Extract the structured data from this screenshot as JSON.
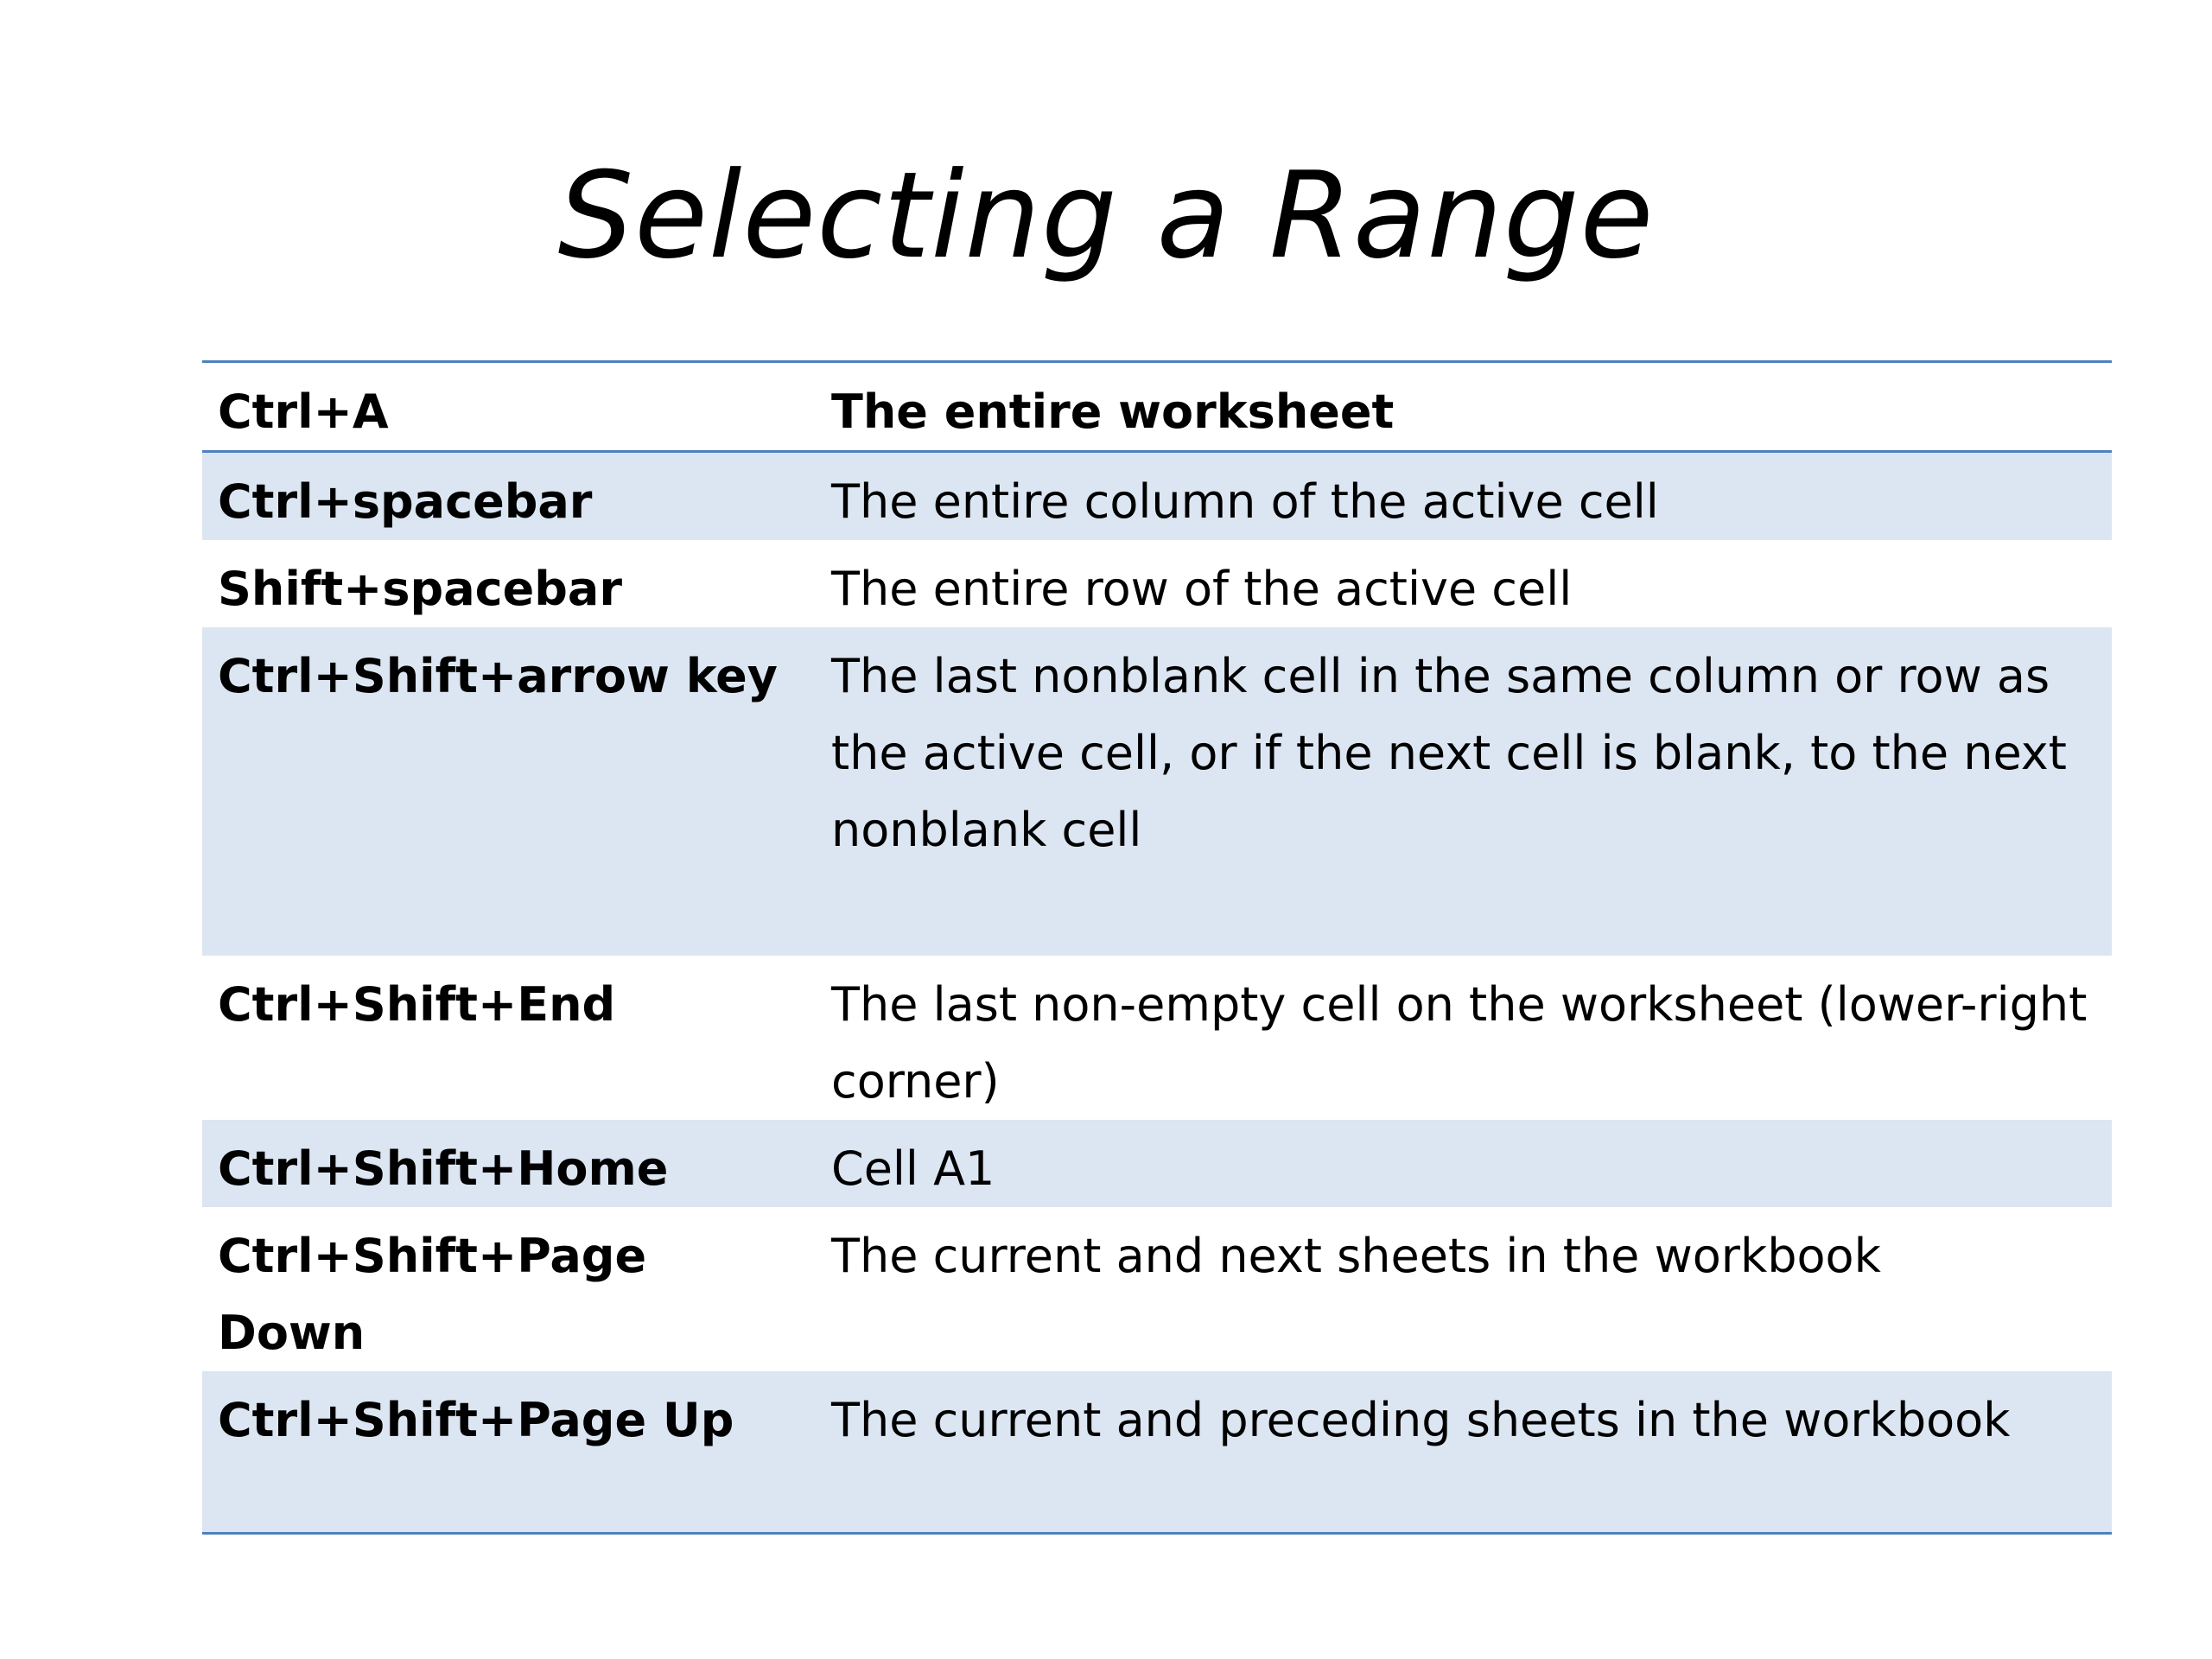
{
  "title": "Selecting a Range",
  "table": {
    "header": {
      "key": "Ctrl+A",
      "description": "The entire worksheet"
    },
    "rows": [
      {
        "key": "Ctrl+spacebar",
        "description": "The entire column of the active cell"
      },
      {
        "key": "Shift+spacebar",
        "description": "The entire row of the active cell"
      },
      {
        "key": "Ctrl+Shift+arrow key",
        "description": "The last nonblank cell in the same column or row as the active cell, or if the next cell is blank, to the next nonblank cell"
      },
      {
        "key": "Ctrl+Shift+End",
        "description": "The last non-empty cell on the worksheet (lower-right corner)"
      },
      {
        "key": "Ctrl+Shift+Home",
        "description": "Cell A1"
      },
      {
        "key": "Ctrl+Shift+Page Down",
        "description": "The current and next sheets in the workbook"
      },
      {
        "key": "Ctrl+Shift+Page Up",
        "description": "The current and preceding sheets in the workbook"
      }
    ]
  },
  "colors": {
    "rule": "#4f81bd",
    "band": "#dce6f2"
  }
}
